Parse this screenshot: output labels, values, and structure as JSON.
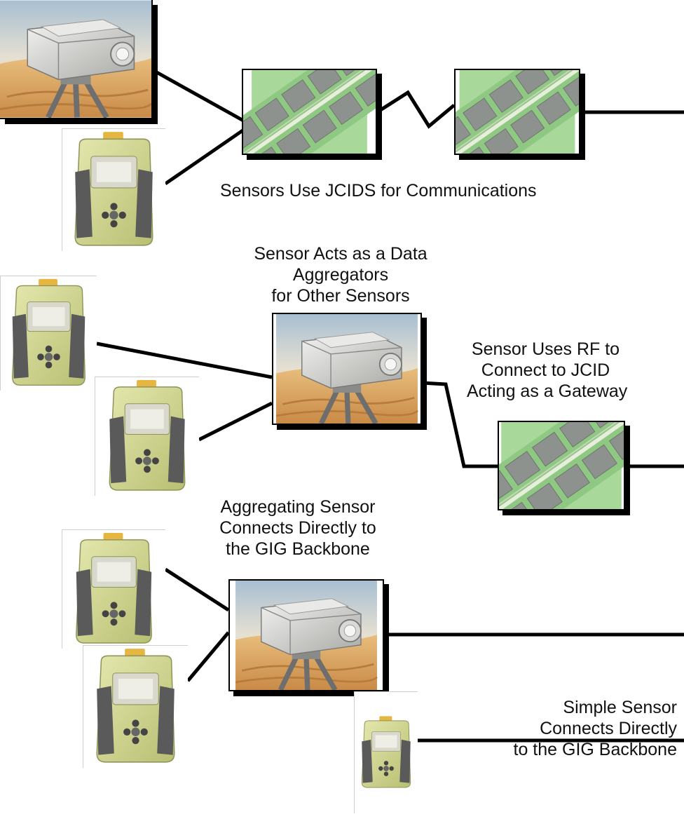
{
  "diagram": {
    "labels": {
      "jcids_communications": "Sensors Use JCIDS for Communications",
      "aggregator_lines": [
        "Sensor Acts as a Data",
        "Aggregators",
        "for Other Sensors"
      ],
      "rf_gateway_lines": [
        "Sensor Uses RF to",
        "Connect to JCID",
        "Acting as a Gateway"
      ],
      "aggregating_direct_lines": [
        "Aggregating Sensor",
        "Connects Directly to",
        "the GIG Backbone"
      ],
      "simple_direct_lines": [
        "Simple Sensor",
        "Connects Directly",
        "to the GIG Backbone"
      ]
    },
    "icons": {
      "camera_sensor": "tripod-camera-sensor-icon",
      "handheld_sensor": "handheld-sensor-icon",
      "jcids_module": "circuit-board-module-icon"
    },
    "colors": {
      "wire": "#000000",
      "handheld_body": "#cdd38a",
      "handheld_grip": "#5c5c5c",
      "board_green": "#9fd08f",
      "chip_gray": "#8c8f8c",
      "sand": "#e2b06c",
      "sky": "#b7c8d6"
    }
  }
}
